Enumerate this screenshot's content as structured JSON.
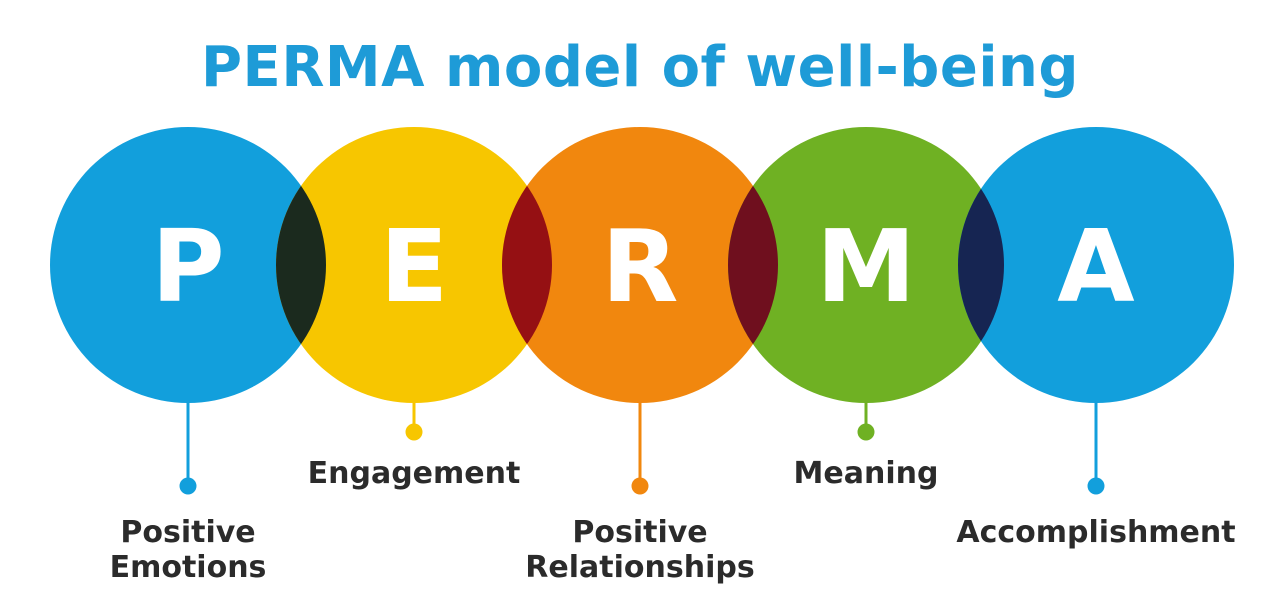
{
  "title": "PERMA model of well-being",
  "elements": [
    {
      "id": "p",
      "letter": "P",
      "label": [
        "Positive",
        "Emotions"
      ],
      "color": "#129fdc",
      "overlap_color": "#1b2a1e"
    },
    {
      "id": "e",
      "letter": "E",
      "label": [
        "Engagement"
      ],
      "color": "#f7c600",
      "overlap_color": "#951013"
    },
    {
      "id": "r",
      "letter": "R",
      "label": [
        "Positive",
        "Relationships"
      ],
      "color": "#f1870e",
      "overlap_color": "#6f0f1e"
    },
    {
      "id": "m",
      "letter": "M",
      "label": [
        "Meaning"
      ],
      "color": "#6fb123",
      "overlap_color": "#162552"
    },
    {
      "id": "a",
      "letter": "A",
      "label": [
        "Accomplishment"
      ],
      "color": "#129fdc",
      "overlap_color": null
    }
  ],
  "colors": {
    "title": "#1e9bd7",
    "label_text": "#2b2b2b",
    "letter_text": "#ffffff"
  }
}
